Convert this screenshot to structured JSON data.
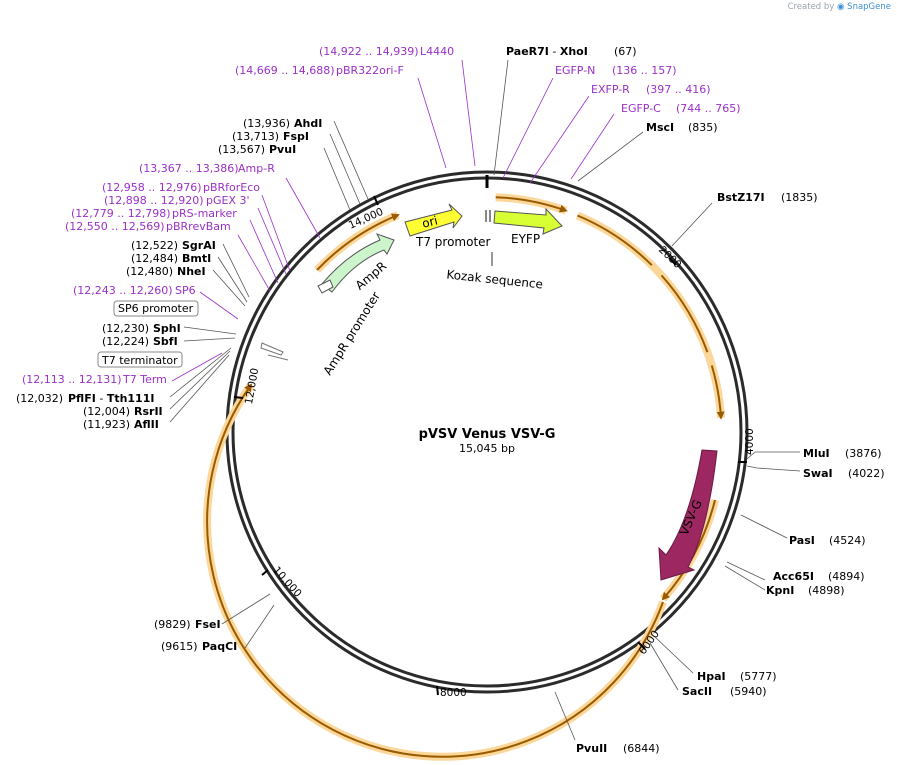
{
  "credit": {
    "prefix": "Created by",
    "brand": "SnapGene"
  },
  "plasmid": {
    "name": "pVSV Venus VSV-G",
    "length": "15,045 bp"
  },
  "ticks": [
    "2000",
    "4000",
    "6000",
    "8000",
    "10,000",
    "12,000",
    "14,000"
  ],
  "features": {
    "ori": "ori",
    "t7_promoter": "T7 promoter",
    "eyfp": "EYFP",
    "kozak": "Kozak sequence",
    "ampr": "AmpR",
    "ampr_promoter": "AmpR promoter",
    "vsvg": "VSV-G"
  },
  "boxed_features": {
    "sp6_promoter": "SP6 promoter",
    "t7_terminator": "T7 terminator"
  },
  "enzymes": {
    "paer7i_xhoi": {
      "name": "PaeR7I",
      "name2": "XhoI",
      "sep": "-",
      "pos": "(67)"
    },
    "msci": {
      "name": "MscI",
      "pos": "(835)"
    },
    "bstz17i": {
      "name": "BstZ17I",
      "pos": "(1835)"
    },
    "mlui": {
      "name": "MluI",
      "pos": "(3876)"
    },
    "swai": {
      "name": "SwaI",
      "pos": "(4022)"
    },
    "pasi": {
      "name": "PasI",
      "pos": "(4524)"
    },
    "acc65i": {
      "name": "Acc65I",
      "pos": "(4894)"
    },
    "kpni": {
      "name": "KpnI",
      "pos": "(4898)"
    },
    "hpai": {
      "name": "HpaI",
      "pos": "(5777)"
    },
    "sacii": {
      "name": "SacII",
      "pos": "(5940)"
    },
    "pvuii": {
      "name": "PvuII",
      "pos": "(6844)"
    },
    "paqci": {
      "name": "PaqCI",
      "pos": "(9615)"
    },
    "fsei": {
      "name": "FseI",
      "pos": "(9829)"
    },
    "aflii": {
      "name": "AflII",
      "pos": "(11,923)"
    },
    "rsrii": {
      "name": "RsrII",
      "pos": "(12,004)"
    },
    "pflfi": {
      "name": "PflFI",
      "name2": "Tth111I",
      "sep": "-",
      "pos": "(12,032)"
    },
    "sbfi": {
      "name": "SbfI",
      "pos": "(12,224)"
    },
    "sphi": {
      "name": "SphI",
      "pos": "(12,230)"
    },
    "nhei": {
      "name": "NheI",
      "pos": "(12,480)"
    },
    "bmti": {
      "name": "BmtI",
      "pos": "(12,484)"
    },
    "sgrai": {
      "name": "SgrAI",
      "pos": "(12,522)"
    },
    "pvui": {
      "name": "PvuI",
      "pos": "(13,567)"
    },
    "fspi": {
      "name": "FspI",
      "pos": "(13,713)"
    },
    "ahdi": {
      "name": "AhdI",
      "pos": "(13,936)"
    }
  },
  "primers": {
    "l4440": {
      "name": "L4440",
      "range": "(14,922 .. 14,939)"
    },
    "pbr322ori": {
      "name": "pBR322ori-F",
      "range": "(14,669 .. 14,688)"
    },
    "egfpn": {
      "name": "EGFP-N",
      "range": "(136 .. 157)"
    },
    "exfpr": {
      "name": "EXFP-R",
      "range": "(397 .. 416)"
    },
    "egfpc": {
      "name": "EGFP-C",
      "range": "(744 .. 765)"
    },
    "ampr": {
      "name": "Amp-R",
      "range": "(13,367 .. 13,386)"
    },
    "pbrforeco": {
      "name": "pBRforEco",
      "range": "(12,958 .. 12,976)"
    },
    "pgex3": {
      "name": "pGEX 3'",
      "range": "(12,898 .. 12,920)"
    },
    "prsmarker": {
      "name": "pRS-marker",
      "range": "(12,779 .. 12,798)"
    },
    "pbrrevbam": {
      "name": "pBRrevBam",
      "range": "(12,550 .. 12,569)"
    },
    "sp6": {
      "name": "SP6",
      "range": "(12,243 .. 12,260)"
    },
    "t7term": {
      "name": "T7 Term",
      "range": "(12,113 .. 12,131)"
    }
  },
  "colors": {
    "backbone": "#2b2b2b",
    "primer": "#9b30c8",
    "orf_arrow": "#9a5a00",
    "orf_halo": "#fbd79a",
    "ori": "#ffff33",
    "eyfp": "#d8ff33",
    "ampr": "#ccf5cc",
    "vsvg": "#9c2761"
  }
}
